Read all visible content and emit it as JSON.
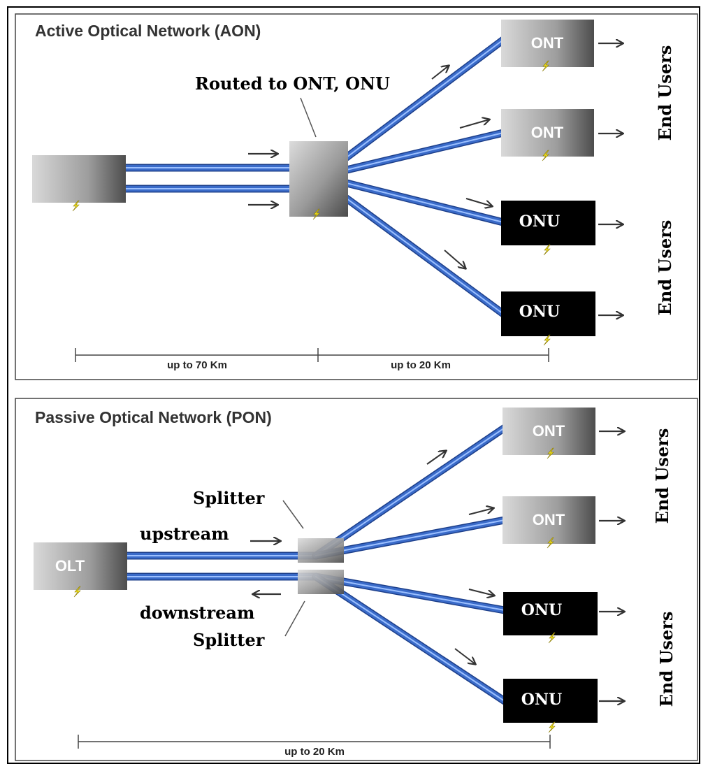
{
  "aon": {
    "title": "Active Optical Network (AON)",
    "routed_label": "Routed to ONT, ONU",
    "devices": [
      "ONT",
      "ONT",
      "ONU",
      "ONU"
    ],
    "scale_left": "up to 70 Km",
    "scale_right": "up to 20 Km",
    "end_users_top": "End Users",
    "end_users_bottom": "End Users"
  },
  "pon": {
    "title": "Passive Optical Network (PON)",
    "olt_label": "OLT",
    "splitter_top": "Splitter",
    "upstream": "upstream",
    "downstream": "downstream",
    "splitter_bottom": "Splitter",
    "devices": [
      "ONT",
      "ONT",
      "ONU",
      "ONU"
    ],
    "scale": "up to 20 Km",
    "end_users_top": "End Users",
    "end_users_bottom": "End Users"
  },
  "colors": {
    "fiber": "#3a6bc9",
    "fiber_highlight": "#9cc0ff",
    "fiber_edge": "#1d3f8a",
    "box_dark": "#000000",
    "bolt": "#f2e21a"
  }
}
